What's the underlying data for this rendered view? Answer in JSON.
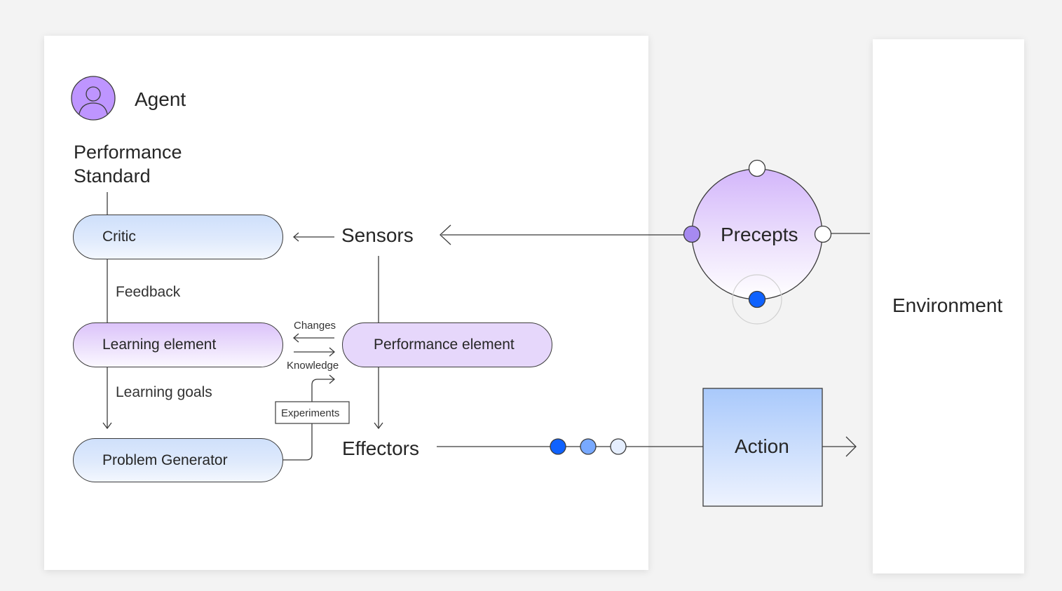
{
  "agent": {
    "title": "Agent",
    "performance_standard_line1": "Performance",
    "performance_standard_line2": "Standard"
  },
  "nodes": {
    "critic": "Critic",
    "learning_element": "Learning element",
    "problem_generator": "Problem Generator",
    "performance_element": "Performance element",
    "sensors": "Sensors",
    "effectors": "Effectors",
    "precepts": "Precepts",
    "action": "Action",
    "environment": "Environment"
  },
  "edge_labels": {
    "feedback": "Feedback",
    "learning_goals": "Learning goals",
    "changes": "Changes",
    "knowledge": "Knowledge",
    "experiments": "Experiments"
  },
  "colors": {
    "background": "#f3f3f3",
    "panel": "#ffffff",
    "blue_fill": "#cfe0fb",
    "purple_fill": "#dcc3fa",
    "accent_blue": "#0f62fe",
    "avatar_purple": "#be95ff",
    "stroke": "#3b3b3b"
  },
  "icons": {
    "agent_avatar": "user-avatar-icon"
  }
}
